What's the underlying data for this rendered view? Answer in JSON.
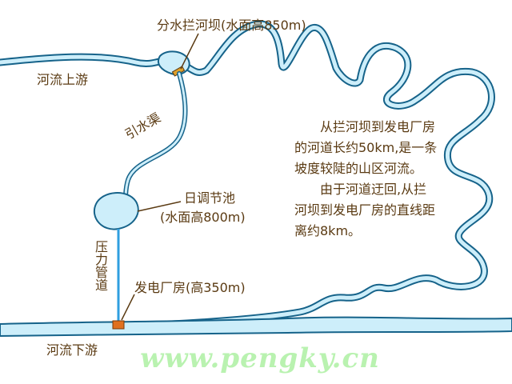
{
  "labels": {
    "dam": "分水拦河坝(水面高850m)",
    "upstream": "河流上游",
    "canal": "引水渠",
    "pond_name": "日调节池",
    "pond_level": "(水面高800m)",
    "pipe": "压力管道",
    "plant": "发电厂房(高350m)",
    "downstream": "河流下游"
  },
  "description": {
    "para1_line1": "从拦河坝到发电厂房",
    "para1_line2": "的河道长约50km,是一条",
    "para1_line3": "坡度较陡的山区河流。",
    "para2_line1": "由于河道迂回,从拦",
    "para2_line2": "河坝到发电厂房的直线距",
    "para2_line3": "离约8km。"
  },
  "watermark": "www.pengky.cn",
  "colors": {
    "river_fill": "#cdeefa",
    "river_stroke": "#16638a",
    "pipe": "#2f9fe0",
    "powerhouse": "#e0701f",
    "text": "#5a3a12",
    "watermark": "#b9f2b0"
  }
}
